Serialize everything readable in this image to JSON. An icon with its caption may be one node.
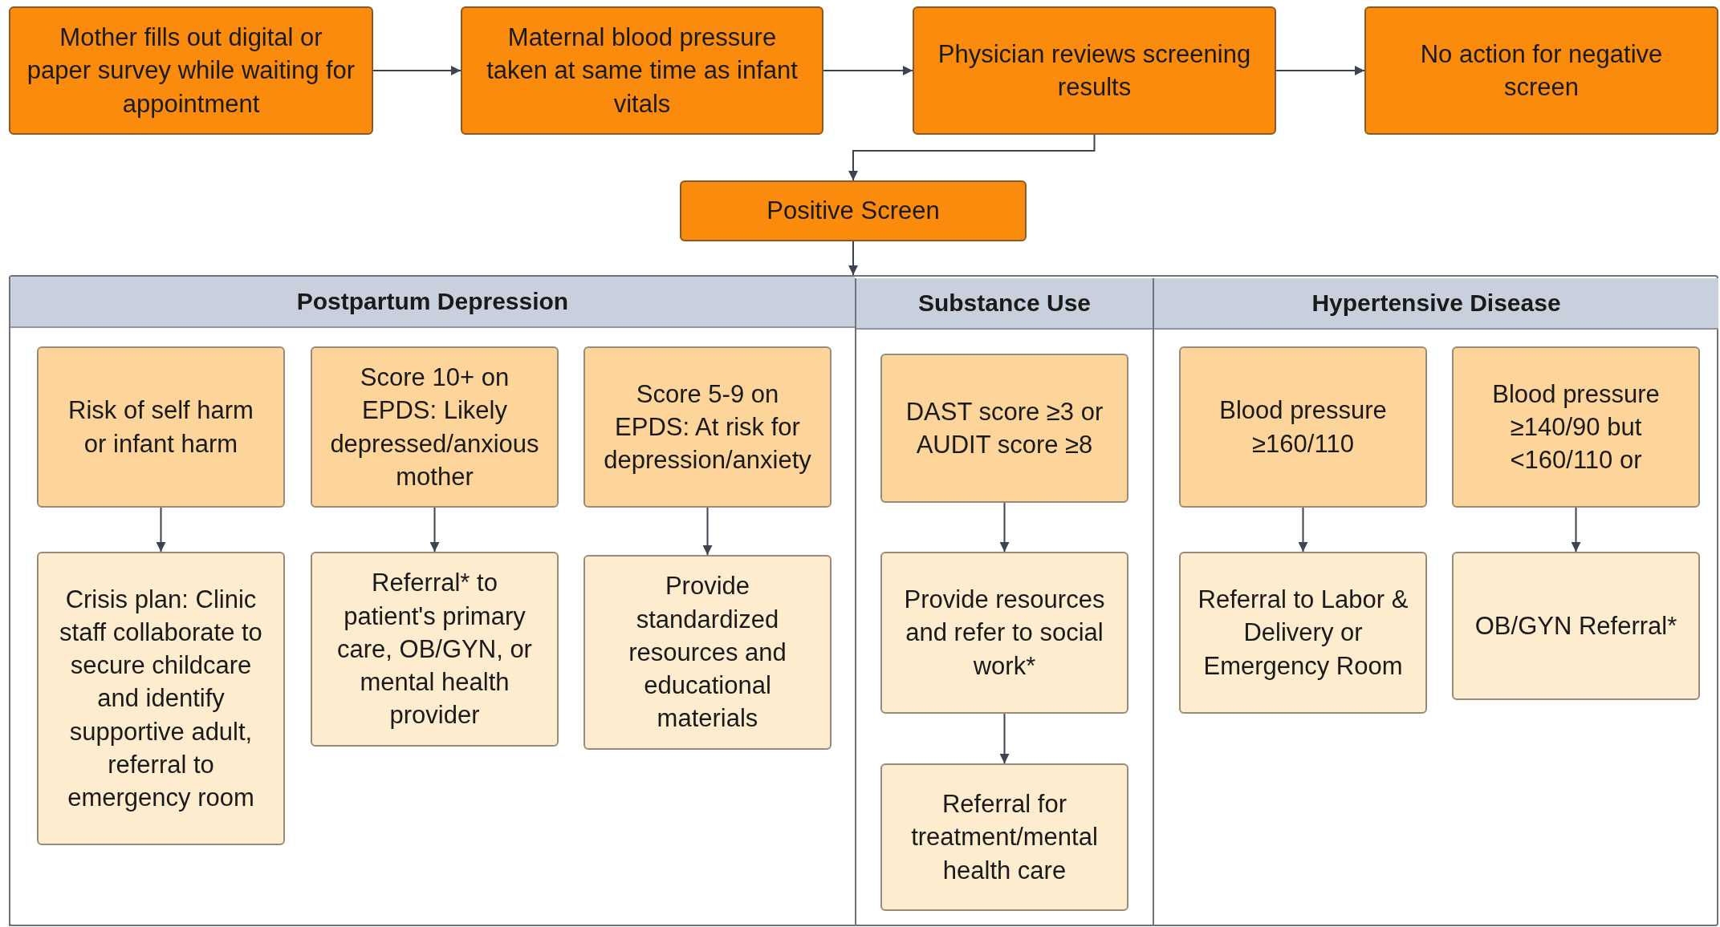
{
  "diagram": {
    "nodes": [
      {
        "text": [
          "Mother fills out digital or paper survey while waiting for appointment"
        ]
      },
      {
        "text": [
          "Maternal blood pressure taken at same time as infant vitals"
        ]
      },
      {
        "text": [
          "Physician reviews screening results"
        ]
      },
      {
        "text": [
          "No action for negative screen"
        ]
      },
      {
        "text": [
          "Positive Screen"
        ]
      },
      {
        "text": [],
        "shape": "box"
      },
      {
        "text": [
          "Postpartum Depression"
        ],
        "in": 5
      },
      {
        "text": [
          "Substance Use"
        ],
        "in": 5
      },
      {
        "text": [
          "Hypertensive Disease"
        ],
        "in": 5
      },
      {
        "text": [
          "Risk of self harm or infant harm"
        ],
        "in": 6
      },
      {
        "text": [
          "Score 10+ on EPDS: Likely depressed/anxious mother"
        ],
        "in": 6
      },
      {
        "text": [
          "Score 5-9 on EPDS: At risk for depression/anxiety"
        ],
        "in": 6
      },
      {
        "text": [
          "Crisis plan: Clinic staff collaborate to secure childcare and identify supportive adult, referral to emergency room"
        ],
        "in": 6
      },
      {
        "text": [
          "Referral* to patient's primary care, OB/GYN, or mental health provider"
        ],
        "in": 6
      },
      {
        "text": [
          "Provide standardized resources and educational materials"
        ],
        "in": 6
      },
      {
        "text": [
          "DAST score ≥3 or AUDIT score ≥8"
        ],
        "in": 7
      },
      {
        "text": [
          "Provide resources and refer to social work*"
        ],
        "in": 7
      },
      {
        "text": [
          "Referral for treatment/mental health care"
        ],
        "in": 7
      },
      {
        "text": [
          "Blood pressure ≥160/110"
        ],
        "in": 8
      },
      {
        "text": [
          "Blood pressure ≥140/90 but <160/110 or"
        ],
        "in": 8
      },
      {
        "text": [
          "Referral to Labor & Delivery or Emergency Room"
        ],
        "in": 8
      },
      {
        "text": [
          "OB/GYN Referral*"
        ],
        "in": 8
      }
    ],
    "edges": [
      {
        "from": 0,
        "to": 1,
        "arrow": "to"
      },
      {
        "from": 1,
        "to": 2,
        "arrow": "to"
      },
      {
        "from": 2,
        "to": 3,
        "arrow": "to"
      },
      {
        "from": 2,
        "to": 4,
        "arrow": "to"
      },
      {
        "from": 4,
        "to": 5,
        "arrow": "to"
      },
      {
        "from": 9,
        "to": 12,
        "arrow": "to"
      },
      {
        "from": 10,
        "to": 13,
        "arrow": "to"
      },
      {
        "from": 11,
        "to": 14,
        "arrow": "to"
      },
      {
        "from": 15,
        "to": 16,
        "arrow": "to"
      },
      {
        "from": 16,
        "to": 17,
        "arrow": "to"
      },
      {
        "from": 18,
        "to": 20,
        "arrow": "to"
      },
      {
        "from": 19,
        "to": 21,
        "arrow": "to"
      }
    ]
  }
}
